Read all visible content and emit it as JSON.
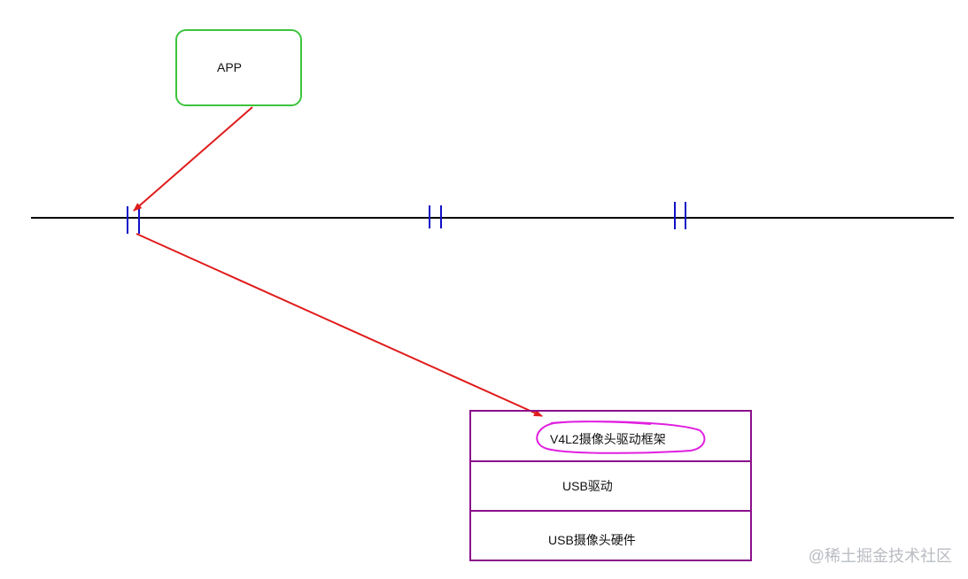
{
  "diagram": {
    "app_label": "APP",
    "layers": [
      {
        "label": "V4L2摄像头驱动框架",
        "highlighted": true
      },
      {
        "label": "USB驱动"
      },
      {
        "label": "USB摄像头硬件"
      }
    ]
  },
  "watermark": "@稀土掘金技术社区",
  "colors": {
    "app_border": "#3cc43c",
    "arrow": "#e01b1b",
    "axis": "#000000",
    "tick_marks": "#1010c8",
    "stack_border": "#8a108a",
    "highlight": "#e020e0",
    "watermark": "#b9bcc2"
  }
}
